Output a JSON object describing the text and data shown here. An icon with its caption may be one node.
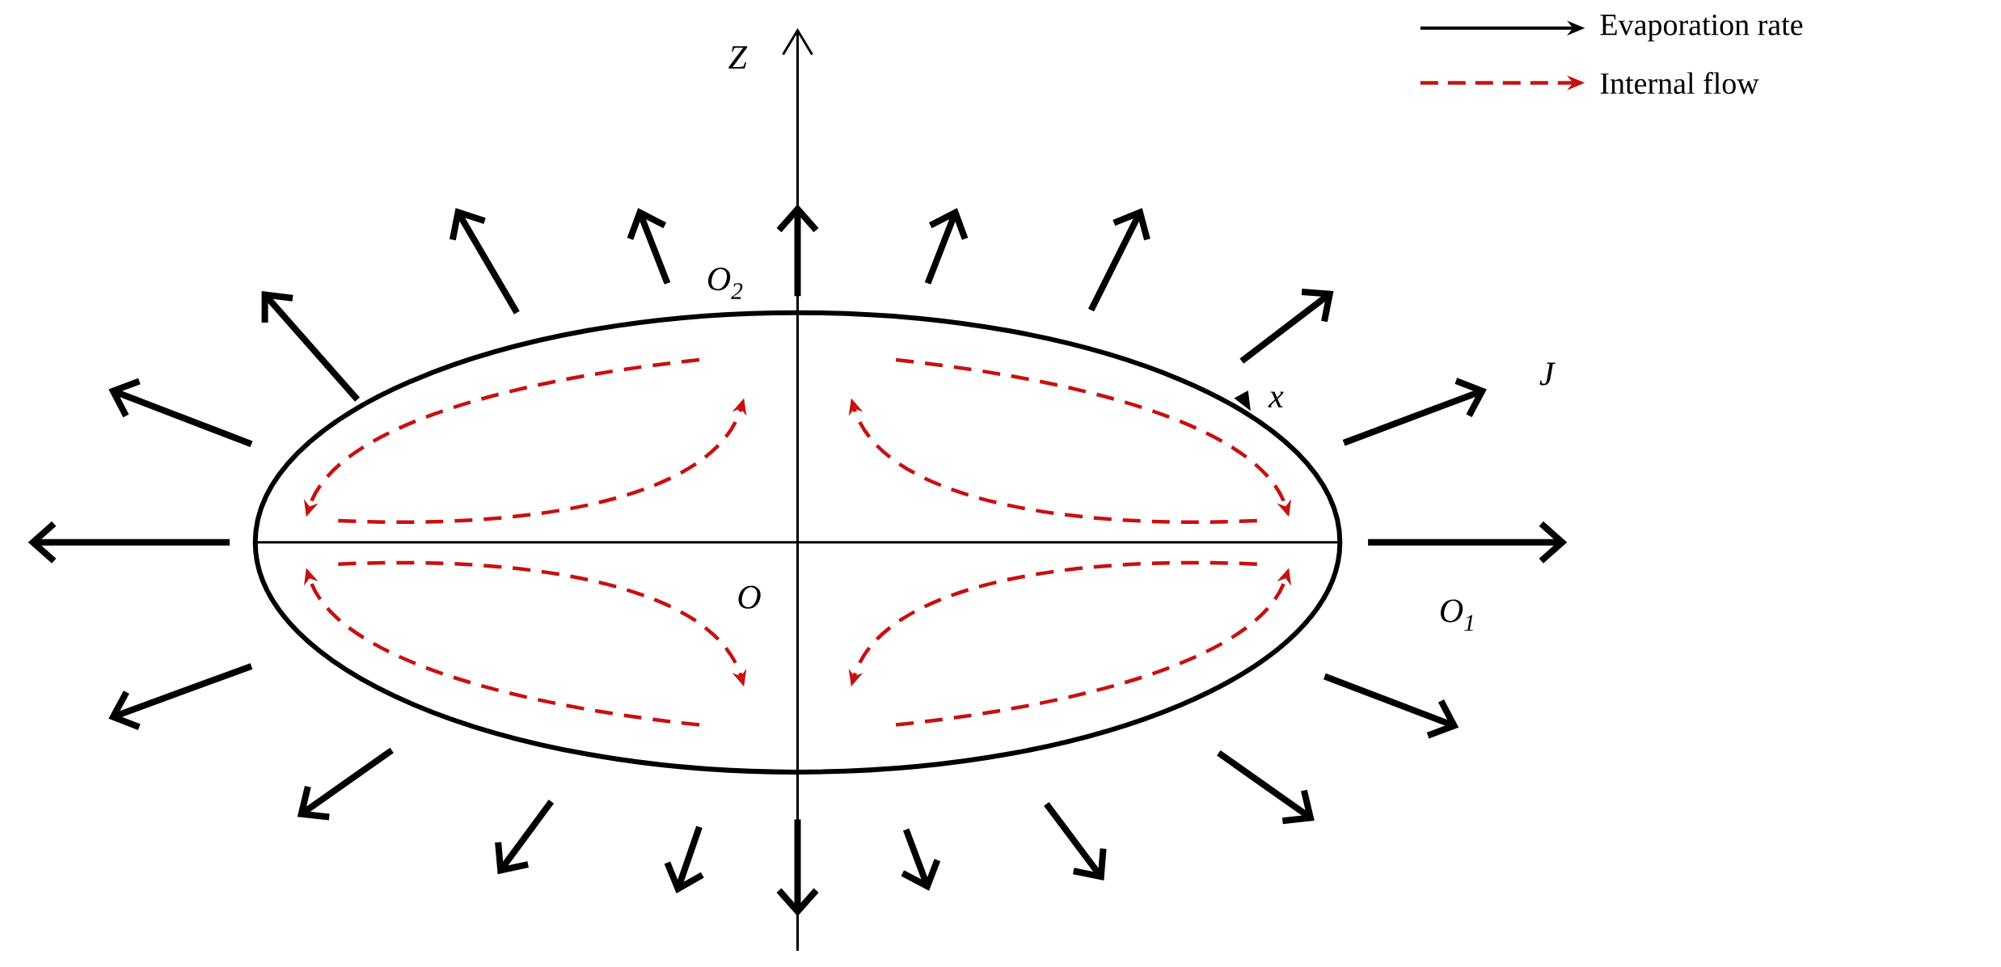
{
  "diagram": {
    "labels": [
      "Z",
      "O$_{2}$",
      "J",
      "x",
      "O",
      "O$_{1}$"
    ],
    "legend": [
      {
        "text": "Evaporation rate"
      },
      {
        "text": "Internal flow"
      }
    ]
  }
}
